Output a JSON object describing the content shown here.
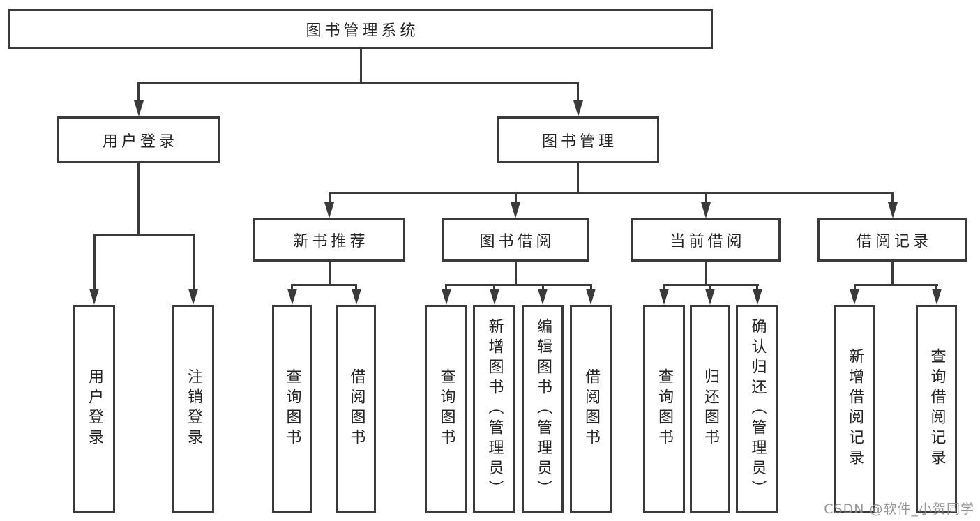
{
  "diagram": {
    "root": {
      "label": "图书管理系统",
      "children": [
        {
          "label": "用户登录",
          "children": [
            {
              "label": "用户登录"
            },
            {
              "label": "注销登录"
            }
          ]
        },
        {
          "label": "图书管理",
          "children": [
            {
              "label": "新书推荐",
              "children": [
                {
                  "label": "查询图书"
                },
                {
                  "label": "借阅图书"
                }
              ]
            },
            {
              "label": "图书借阅",
              "children": [
                {
                  "label": "查询图书"
                },
                {
                  "label": "新增图书（管理员）"
                },
                {
                  "label": "编辑图书（管理员）"
                },
                {
                  "label": "借阅图书"
                }
              ]
            },
            {
              "label": "当前借阅",
              "children": [
                {
                  "label": "查询图书"
                },
                {
                  "label": "归还图书"
                },
                {
                  "label": "确认归还（管理员）"
                }
              ]
            },
            {
              "label": "借阅记录",
              "children": [
                {
                  "label": "新增借阅记录"
                },
                {
                  "label": "查询借阅记录"
                }
              ]
            }
          ]
        }
      ]
    },
    "colors": {
      "line": "#3a3a3a",
      "text": "#242424",
      "background": "#ffffff",
      "watermark": "#8f8f8f"
    }
  },
  "watermark": {
    "text": "CSDN @软件_小贺同学"
  }
}
